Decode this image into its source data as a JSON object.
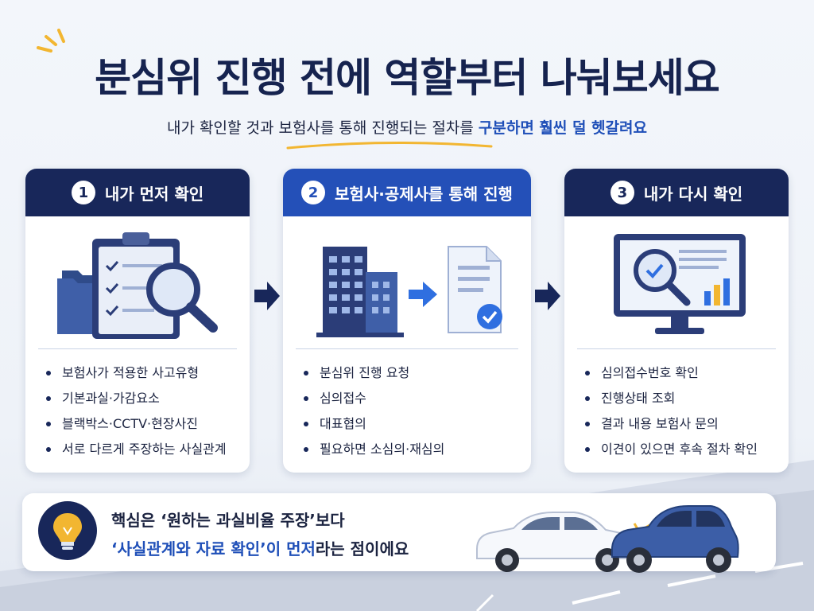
{
  "header": {
    "title": "분심위 진행 전에 역할부터 나눠보세요",
    "subtitle_prefix": "내가 확인할 것과 보험사를 통해 진행되는 절차를 ",
    "subtitle_highlight": "구분하면 훨씬 덜 헷갈려요"
  },
  "cards": [
    {
      "number": "1",
      "title": "내가 먼저 확인",
      "icon": "clipboard-checklist-magnifier-icon",
      "items": [
        "보험사가 적용한 사고유형",
        "기본과실·가감요소",
        "블랙박스·CCTV·현장사진",
        "서로 다르게 주장하는 사실관계"
      ]
    },
    {
      "number": "2",
      "title": "보험사·공제사를 통해 진행",
      "icon": "building-to-document-icon",
      "items": [
        "분심위 진행 요청",
        "심의접수",
        "대표협의",
        "필요하면 소심의·재심의"
      ]
    },
    {
      "number": "3",
      "title": "내가 다시 확인",
      "icon": "monitor-search-chart-icon",
      "items": [
        "심의접수번호 확인",
        "진행상태 조회",
        "결과 내용 보험사 문의",
        "이견이 있으면 후속 절차 확인"
      ]
    }
  ],
  "bottom": {
    "line1": "핵심은 ‘원하는 과실비율 주장’보다",
    "line2_highlight": "‘사실관계와 자료 확인’이 먼저",
    "line2_suffix": "라는 점이에요"
  },
  "colors": {
    "navy": "#18275a",
    "blue": "#2450b8",
    "highlight": "#1f4fb8",
    "accent_yellow": "#f2b631"
  }
}
